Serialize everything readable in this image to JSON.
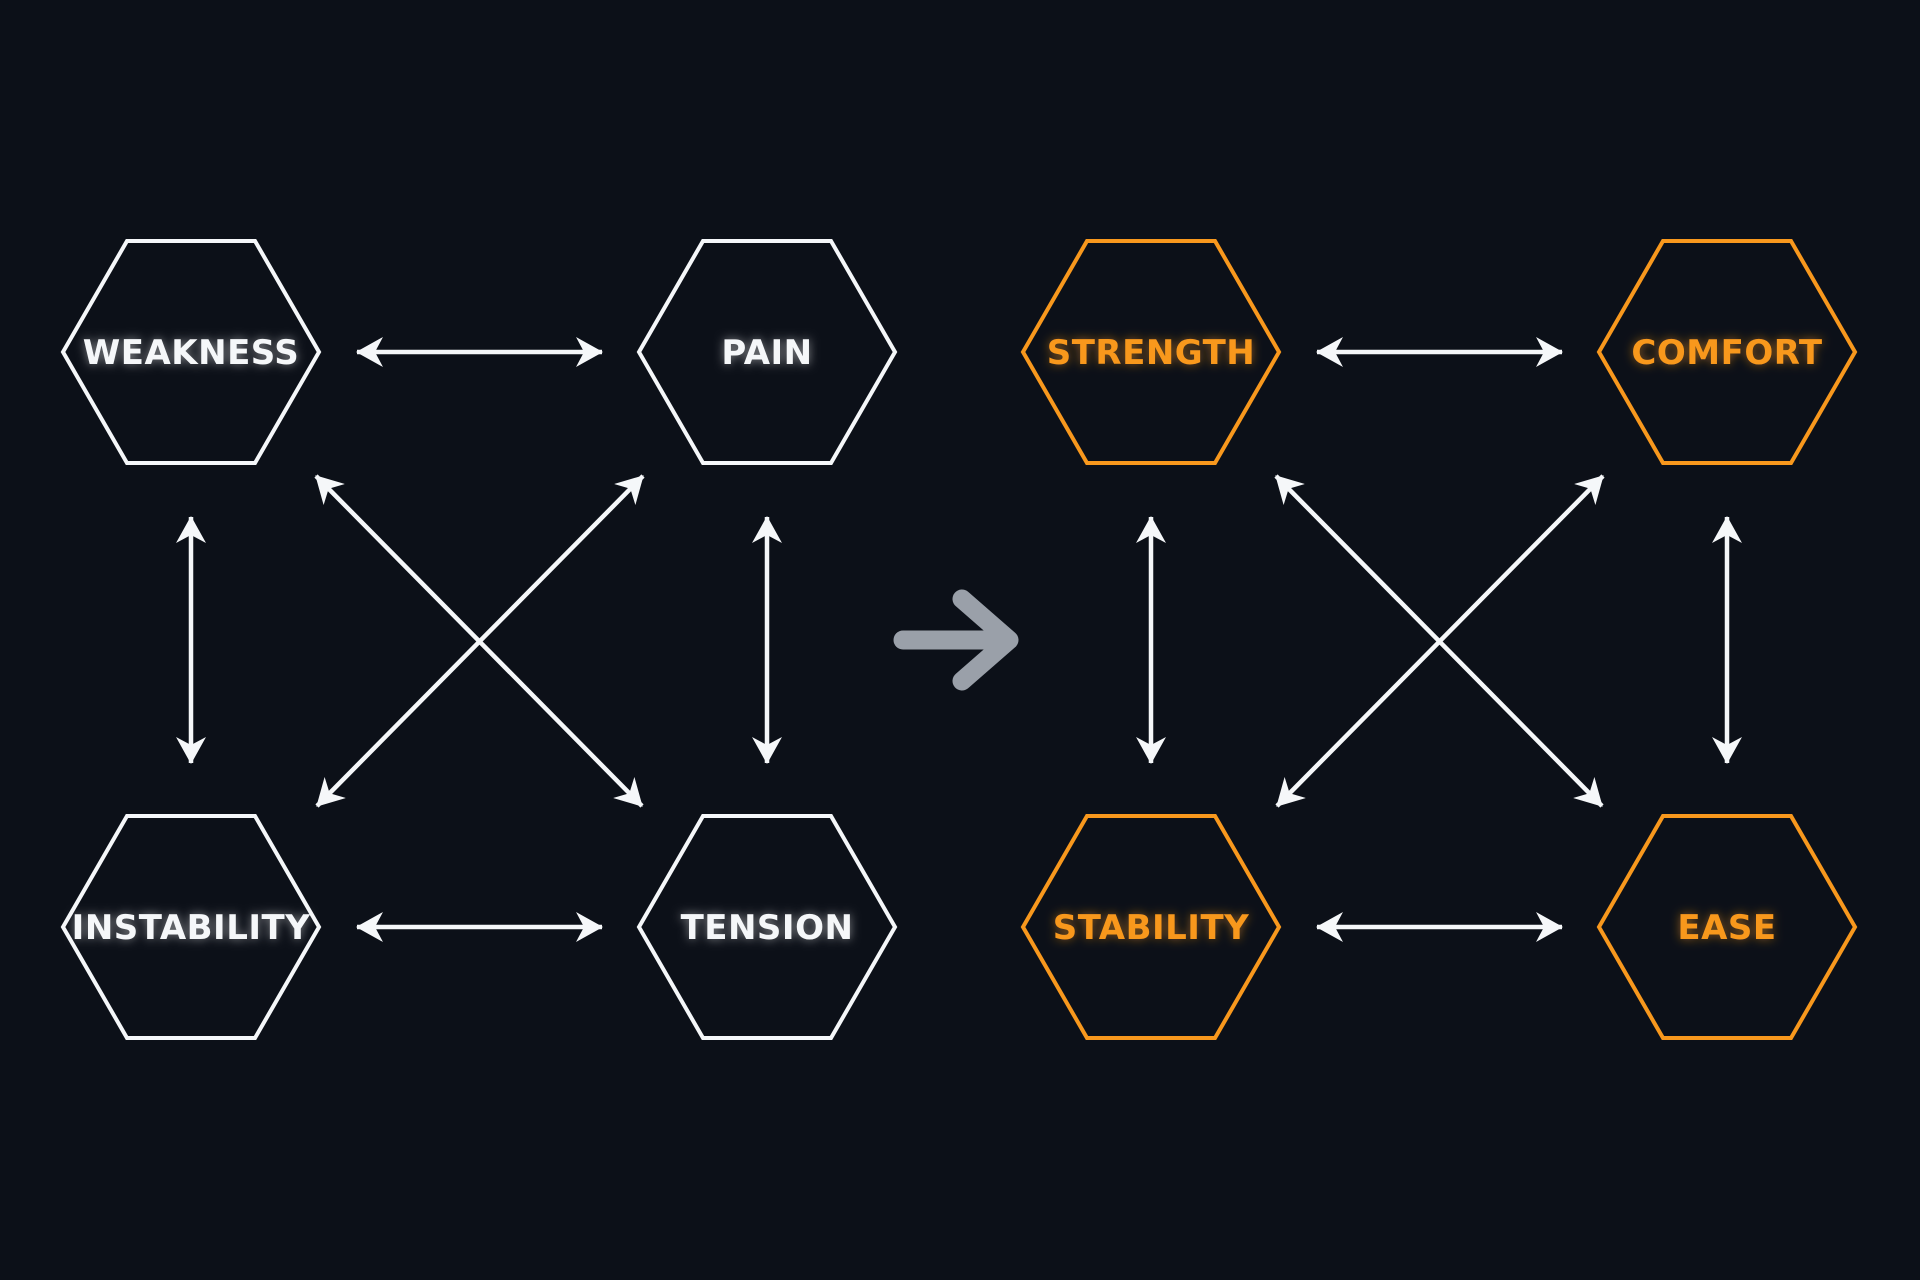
{
  "page": {
    "background_color": "#0c1018"
  },
  "diagram": {
    "arrow_color": "#f5f7f9",
    "before_group": {
      "color": "#f5f7f9",
      "nodes": [
        {
          "label": "WEAKNESS"
        },
        {
          "label": "PAIN"
        },
        {
          "label": "INSTABILITY"
        },
        {
          "label": "TENSION"
        }
      ]
    },
    "after_group": {
      "color": "#f8981d",
      "nodes": [
        {
          "label": "STRENGTH"
        },
        {
          "label": "COMFORT"
        },
        {
          "label": "STABILITY"
        },
        {
          "label": "EASE"
        }
      ]
    },
    "transition": {
      "icon": "right-arrow",
      "color": "#9aa0a9"
    }
  }
}
